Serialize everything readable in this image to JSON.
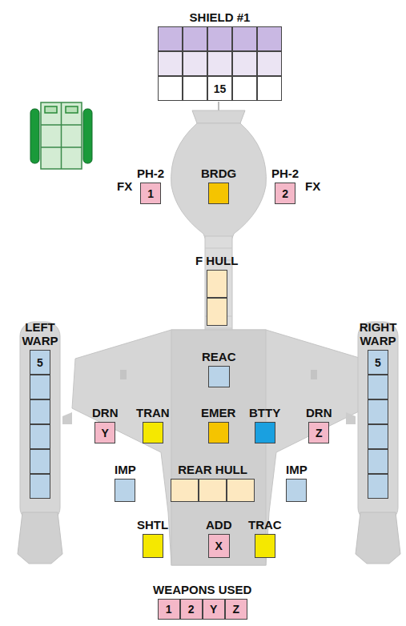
{
  "diagram": {
    "nodes": [
      {
        "text": [
          "SHIELD #1"
        ]
      },
      {
        "text": [
          "15"
        ],
        "in": 0
      },
      {
        "text": [
          "PH-2",
          "1"
        ]
      },
      {
        "text": [
          "BRDG"
        ]
      },
      {
        "text": [
          "PH-2",
          "2"
        ]
      },
      {
        "text": [
          "F HULL"
        ]
      },
      {
        "text": [
          "LEFT WARP",
          "5"
        ]
      },
      {
        "text": [
          "REAC"
        ]
      },
      {
        "text": [
          "RIGHT WARP",
          "5"
        ]
      },
      {
        "text": [
          "DRN",
          "Y"
        ]
      },
      {
        "text": [
          "TRAN"
        ]
      },
      {
        "text": [
          "EMER"
        ]
      },
      {
        "text": [
          "BTTY"
        ]
      },
      {
        "text": [
          "DRN",
          "Z"
        ]
      },
      {
        "text": [
          "IMP"
        ]
      },
      {
        "text": [
          "REAR HULL"
        ]
      },
      {
        "text": [
          "IMP"
        ]
      },
      {
        "text": [
          "SHTL"
        ]
      },
      {
        "text": [
          "ADD",
          "X"
        ]
      },
      {
        "text": [
          "TRAC"
        ]
      },
      {
        "text": [
          "WEAPONS USED"
        ]
      },
      {
        "text": [
          "1"
        ],
        "in": 20
      },
      {
        "text": [
          "2"
        ],
        "in": 20
      },
      {
        "text": [
          "Y"
        ],
        "in": 20
      },
      {
        "text": [
          "Z"
        ],
        "in": 20
      }
    ],
    "labels": [
      "FX",
      "FX"
    ]
  }
}
